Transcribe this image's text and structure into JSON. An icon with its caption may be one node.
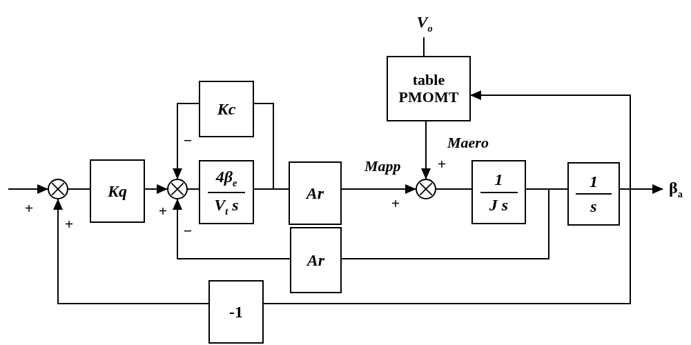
{
  "diagram": {
    "nodes": [
      {
        "text": [],
        "shape": "circle"
      },
      {
        "text": [
          "Kq"
        ]
      },
      {
        "text": [],
        "shape": "circle"
      },
      {
        "text": [
          "Kc"
        ]
      },
      {
        "text": [
          "4β$_{e}$",
          "V$_{t}$ s"
        ]
      },
      {
        "text": [
          "Ar"
        ]
      },
      {
        "text": [
          "Ar"
        ]
      },
      {
        "text": [
          "V$_{o}$"
        ]
      },
      {
        "text": [
          "table PMOMT"
        ]
      },
      {
        "text": [],
        "shape": "circle"
      },
      {
        "text": [
          "1",
          "J s"
        ]
      },
      {
        "text": [
          "1",
          "s"
        ]
      },
      {
        "text": [
          "β$_{a}$"
        ]
      },
      {
        "text": [
          "-1"
        ]
      }
    ],
    "edges": [
      {
        "from": null,
        "to": 0,
        "arrow": "to"
      },
      {
        "from": 0,
        "to": 1,
        "arrow": "none"
      },
      {
        "from": 1,
        "to": 2,
        "arrow": "to"
      },
      {
        "from": 3,
        "to": 2,
        "arrow": "to"
      },
      {
        "from": 2,
        "to": 4,
        "arrow": "none"
      },
      {
        "from": 4,
        "to": 5,
        "arrow": "none"
      },
      {
        "from": 4,
        "to": 3,
        "arrow": "none"
      },
      {
        "from": 5,
        "to": 9,
        "arrow": "to",
        "label": "Mapp"
      },
      {
        "from": 8,
        "to": 9,
        "arrow": "to",
        "label": "Maero"
      },
      {
        "from": 7,
        "to": 8,
        "arrow": "none"
      },
      {
        "from": 9,
        "to": 10,
        "arrow": "none"
      },
      {
        "from": 10,
        "to": 11,
        "arrow": "none"
      },
      {
        "from": 10,
        "to": 6,
        "arrow": "none"
      },
      {
        "from": 6,
        "to": 2,
        "arrow": "to"
      },
      {
        "from": 11,
        "to": 12,
        "arrow": "to"
      },
      {
        "from": 11,
        "to": 8,
        "arrow": "to"
      },
      {
        "from": 11,
        "to": 13,
        "arrow": "none"
      },
      {
        "from": 13,
        "to": 0,
        "arrow": "to"
      }
    ],
    "labels": [
      "−",
      "+",
      "+",
      "+",
      "+",
      "+",
      "−"
    ]
  }
}
